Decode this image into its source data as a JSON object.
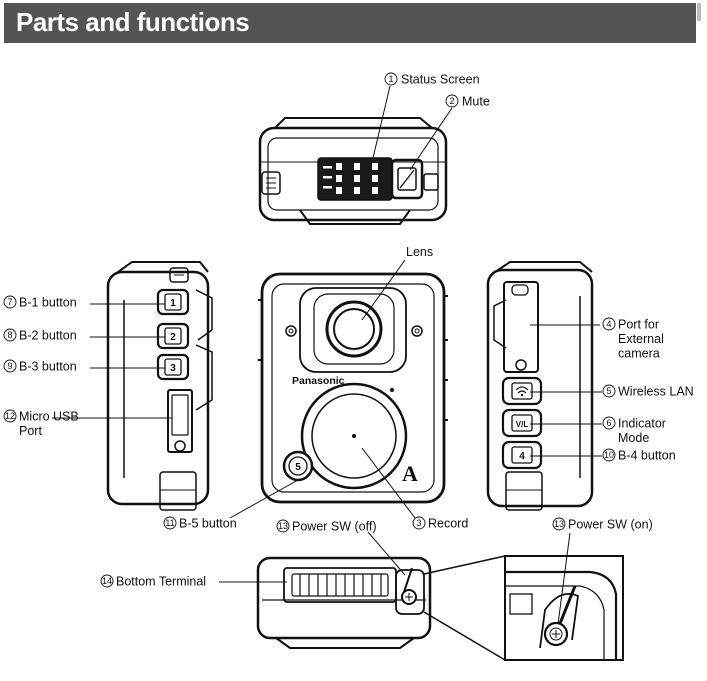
{
  "page": {
    "title": "Parts and functions"
  },
  "device": {
    "brand": "Panasonic",
    "button_numbers": {
      "b1": "1",
      "b2": "2",
      "b3": "3",
      "b4": "4",
      "b5": "5"
    },
    "indicator_glyph": "V/L",
    "brand_letter": "A"
  },
  "callouts": {
    "status_screen": {
      "num": "1",
      "label": "Status Screen"
    },
    "mute": {
      "num": "2",
      "label": "Mute"
    },
    "lens": {
      "label": "Lens"
    },
    "b1": {
      "num": "7",
      "label": "B-1 button"
    },
    "b2": {
      "num": "8",
      "label": "B-2 button"
    },
    "b3": {
      "num": "9",
      "label": "B-3 button"
    },
    "micro_usb": {
      "num": "12",
      "label_line1": "Micro USB",
      "label_line2": "Port"
    },
    "ext_port": {
      "num": "4",
      "label_line1": "Port for",
      "label_line2": "External",
      "label_line3": "camera"
    },
    "wlan": {
      "num": "5",
      "label": "Wireless LAN"
    },
    "indicator": {
      "num": "6",
      "label_line1": "Indicator",
      "label_line2": "Mode"
    },
    "b4": {
      "num": "10",
      "label": "B-4 button"
    },
    "b5": {
      "num": "11",
      "label": "B-5 button"
    },
    "power_off": {
      "num": "13",
      "label": "Power SW (off)"
    },
    "record": {
      "num": "3",
      "label": "Record"
    },
    "power_on": {
      "num": "13",
      "label": "Power SW (on)"
    },
    "bottom_terminal": {
      "num": "14",
      "label": "Bottom Terminal"
    }
  }
}
